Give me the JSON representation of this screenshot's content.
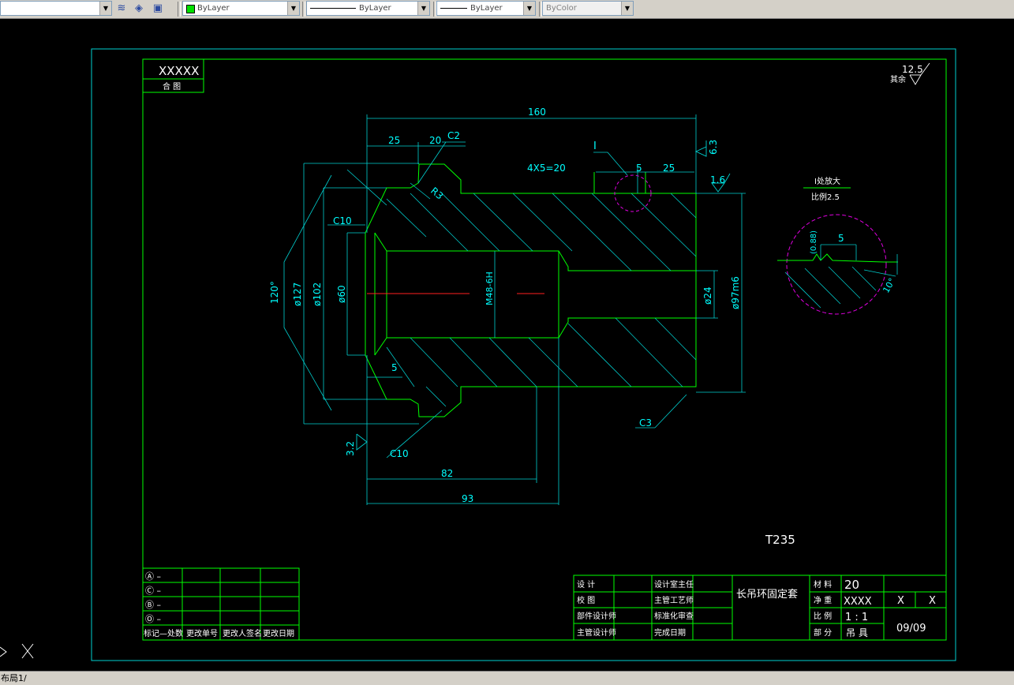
{
  "toolbar": {
    "color_control": "ByLayer",
    "linetype_control": "ByLayer",
    "lineweight_control": "ByLayer",
    "plotstyle_control": "ByColor",
    "icons": [
      "layer-states-icon",
      "layer-previous-icon",
      "make-object-layer-current-icon"
    ]
  },
  "drawing": {
    "part_code": "XXXXX",
    "part_code_sub": "合 图",
    "roughness_note": "其余",
    "roughness_general": "12.5",
    "dims": {
      "total_length": "160",
      "len_25_a": "25",
      "len_20": "20",
      "chamfer_c2": "C2",
      "groove_spec": "4X5=20",
      "len_5_a": "5",
      "len_25_b": "25",
      "roughness_63": "6.3",
      "roughness_16": "1.6",
      "detail_ref": "I",
      "radius_r3": "R3",
      "chamfer_c10_a": "C10",
      "angle_120": "120°",
      "dia_127": "ø127",
      "dia_102": "ø102",
      "dia_60": "ø60",
      "thread_m48": "M48-6H",
      "dia_24": "ø24",
      "dia_97m6": "ø97m6",
      "len_5_b": "5",
      "roughness_32": "3.2",
      "chamfer_c10_b": "C10",
      "chamfer_c3": "C3",
      "len_82": "82",
      "len_93": "93"
    },
    "detail": {
      "title": "I处放大",
      "scale": "比例2.5",
      "dim_088": "(0.88)",
      "dim_5": "5",
      "angle_10": "10°"
    },
    "material_note": "T235"
  },
  "revision_table": {
    "marks": [
      "Ⓐ –",
      "Ⓒ –",
      "Ⓑ –",
      "Ⓞ –"
    ],
    "headers": [
      "标记—处数",
      "更改单号",
      "更改人签名",
      "更改日期"
    ]
  },
  "title_block": {
    "col1": [
      "设   计",
      "校   图",
      "部件设计师",
      "主管设计师"
    ],
    "col2": [
      "设计室主任",
      "主管工艺师",
      "标准化审查",
      "完成日期"
    ],
    "name": "长吊环固定套",
    "labels": [
      "材 料",
      "净 重",
      "比 例",
      "部 分"
    ],
    "material": "20",
    "weight": "XXXX",
    "scale": "1 : 1",
    "part": "吊 具",
    "right_top": [
      "X",
      "X"
    ],
    "sheet": "09/09"
  },
  "status": {
    "layout_tab": "布局1"
  }
}
